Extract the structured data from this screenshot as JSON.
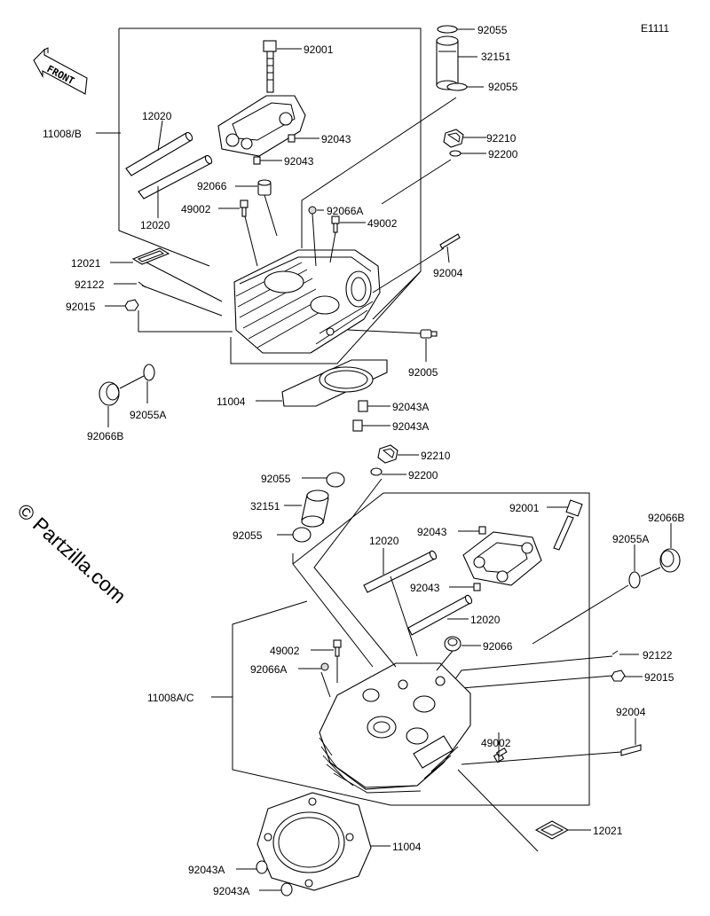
{
  "diagram_code": "E1111",
  "watermark": "© Partzilla.com",
  "front_label": "FRONT",
  "labels": {
    "top_92055_a": "92055",
    "top_32151": "32151",
    "top_92055_b": "92055",
    "top_92001": "92001",
    "top_11008b": "11008/B",
    "top_12020_a": "12020",
    "top_92043_a": "92043",
    "top_92043_b": "92043",
    "top_92210": "92210",
    "top_92200": "92200",
    "top_92066": "92066",
    "top_49002_a": "49002",
    "top_12020_b": "12020",
    "top_92066a": "92066A",
    "top_49002_b": "49002",
    "top_12021": "12021",
    "top_92122": "92122",
    "top_92004": "92004",
    "top_92015": "92015",
    "top_92005": "92005",
    "top_92066b": "92066B",
    "top_92055a": "92055A",
    "top_11004": "11004",
    "top_92043a_a": "92043A",
    "top_92043a_b": "92043A",
    "bot_92210": "92210",
    "bot_92200": "92200",
    "bot_92055_a": "92055",
    "bot_32151": "32151",
    "bot_92055_b": "92055",
    "bot_92001": "92001",
    "bot_92066b": "92066B",
    "bot_92043_a": "92043",
    "bot_12020_a": "12020",
    "bot_92055a": "92055A",
    "bot_92043_b": "92043",
    "bot_12020_b": "12020",
    "bot_49002_a": "49002",
    "bot_92066": "92066",
    "bot_92066a": "92066A",
    "bot_92122": "92122",
    "bot_11008ac": "11008A/C",
    "bot_92015": "92015",
    "bot_92004": "92004",
    "bot_49002_b": "49002",
    "bot_12021": "12021",
    "bot_11004": "11004",
    "bot_92043a_a": "92043A",
    "bot_92043a_b": "92043A"
  }
}
